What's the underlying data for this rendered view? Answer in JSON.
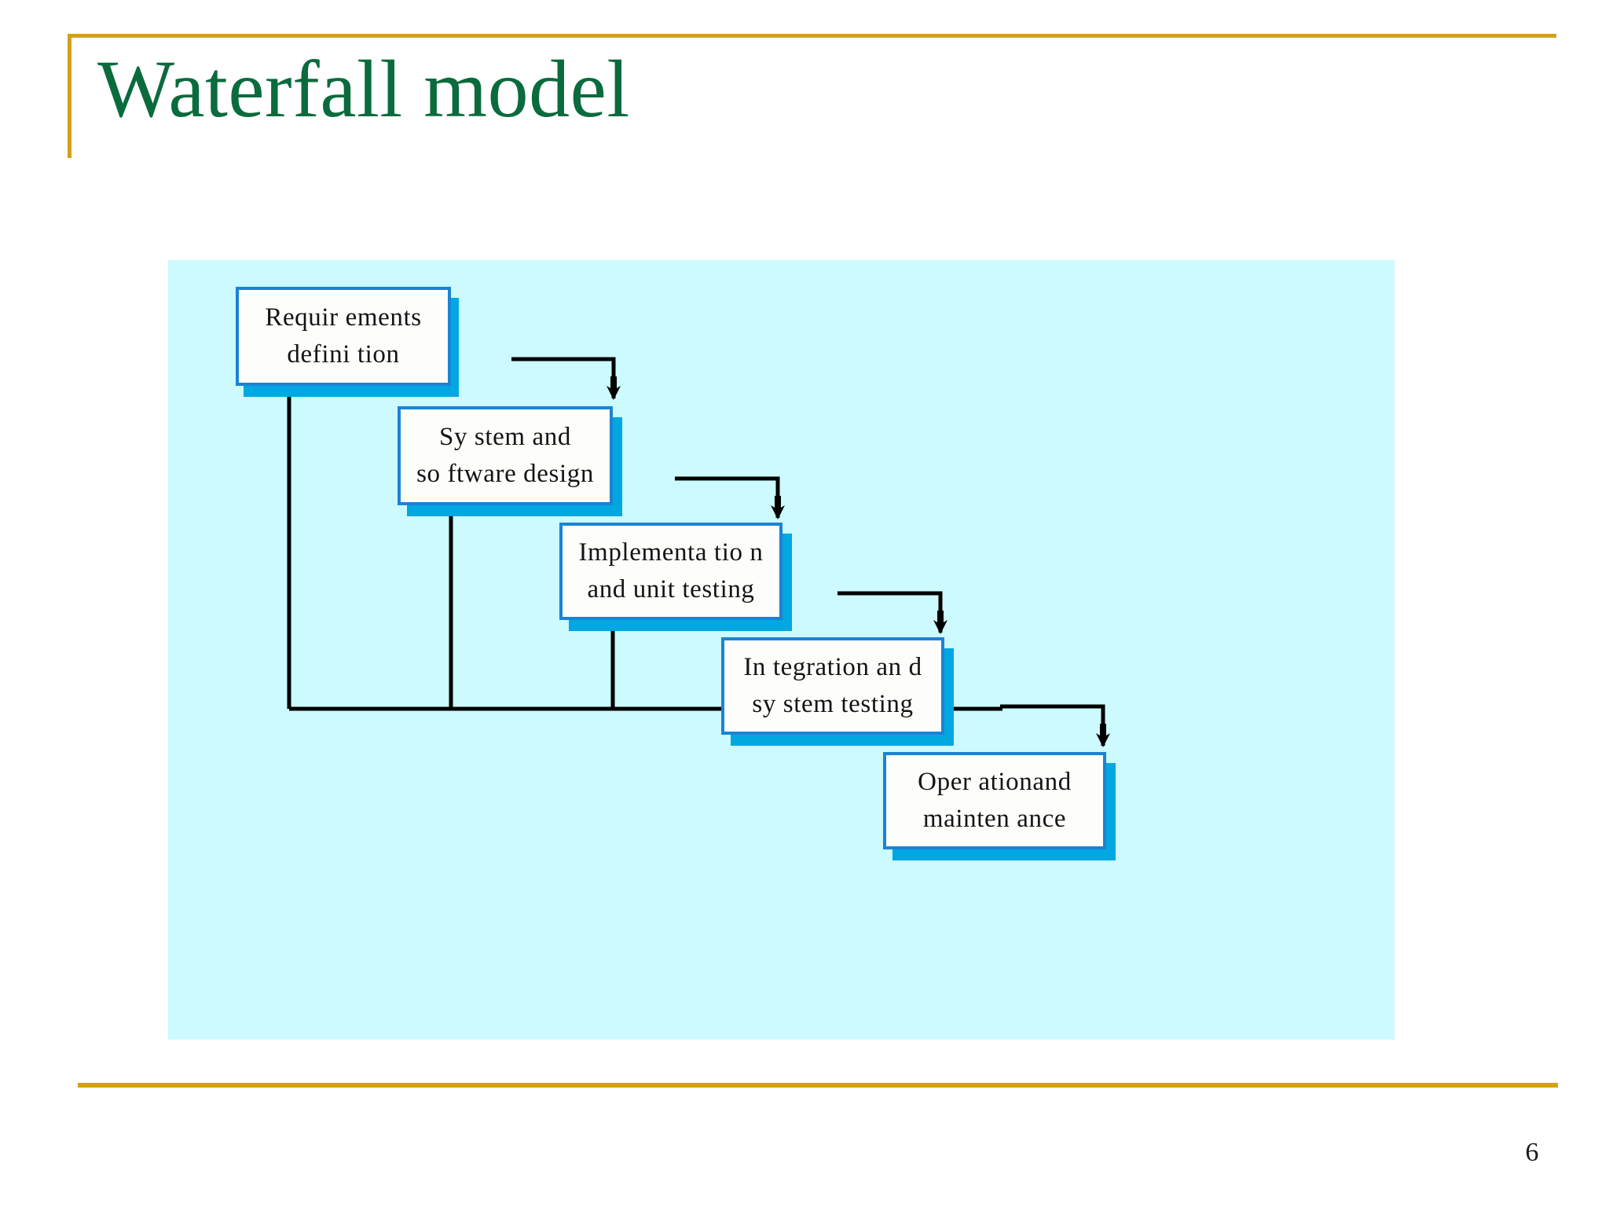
{
  "slide": {
    "title": "Waterfall model",
    "page_number": "6",
    "title_color": "#0a6b3d",
    "rule_color": "#d4a017",
    "panel_color": "#ccfaff",
    "box_border_color": "#1b83d4",
    "box_shadow_color": "#00a7e1",
    "connector_color": "#000000"
  },
  "diagram": {
    "type": "waterfall-process-flow",
    "stages": [
      {
        "id": "requirements",
        "line1": "Requir ements",
        "line2": "defini tion"
      },
      {
        "id": "design",
        "line1": "Sy stem and",
        "line2": "so ftware design"
      },
      {
        "id": "implementation",
        "line1": "Implementa tio n",
        "line2": "and unit testing"
      },
      {
        "id": "integration",
        "line1": "In tegration an d",
        "line2": "sy stem testing"
      },
      {
        "id": "operation",
        "line1": "Oper  ationand",
        "line2": "mainten ance"
      }
    ],
    "forward_flow": [
      {
        "from": "requirements",
        "to": "design"
      },
      {
        "from": "design",
        "to": "implementation"
      },
      {
        "from": "implementation",
        "to": "integration"
      },
      {
        "from": "integration",
        "to": "operation"
      }
    ],
    "feedback_flow": [
      {
        "from": "operation",
        "to": "requirements"
      },
      {
        "from": "operation",
        "to": "design"
      },
      {
        "from": "operation",
        "to": "implementation"
      },
      {
        "from": "operation",
        "to": "integration"
      }
    ]
  }
}
